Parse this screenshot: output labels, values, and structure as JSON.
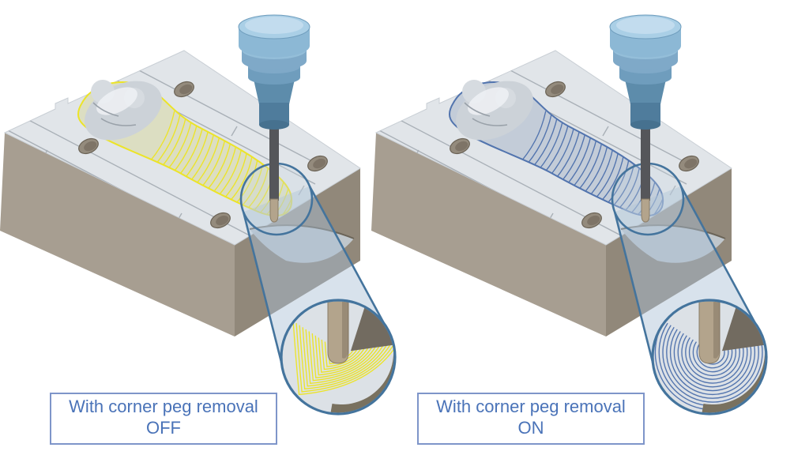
{
  "panels": [
    {
      "id": "off",
      "variant": "sharp",
      "toolpath_color": "#ece428",
      "label": {
        "line1": "With corner peg removal",
        "line2": "OFF"
      }
    },
    {
      "id": "on",
      "variant": "smooth",
      "toolpath_color": "#5274ae",
      "label": {
        "line1": "With corner peg removal",
        "line2": "ON"
      }
    }
  ],
  "colors": {
    "accent": "#44749d",
    "label_border": "#7e95c9",
    "label_text": "#4a73b8",
    "block_top": "#e1e5e9",
    "top_line": "#a9b0b7",
    "block_left": "#a79e91",
    "block_right": "#91887a",
    "block_dark": "#6b6458",
    "detail_floor": "#79715f",
    "detail_base": "#dce1e6",
    "pocket_base": "#d9dde1",
    "hole": "#948b7d",
    "hole_rim": "#6b6356",
    "silver": "#ccd2d8",
    "silver_hi": "#eef1f4",
    "tool_cap": "#aacfe6",
    "tool_cap_side": "#8cb8d5",
    "tool_mid": "#7fa9c8",
    "tool_collar": "#6f9dbd",
    "tool_neck": "#5d8cab",
    "tool_lower": "#4f7c9c",
    "shaft": "#55565a",
    "tip": "#b3a48c",
    "tip_edge": "#8a7d67",
    "connector_fill": "rgba(168,190,212,0.45)",
    "small_circle_fill": "rgba(200,214,228,0.28)"
  }
}
